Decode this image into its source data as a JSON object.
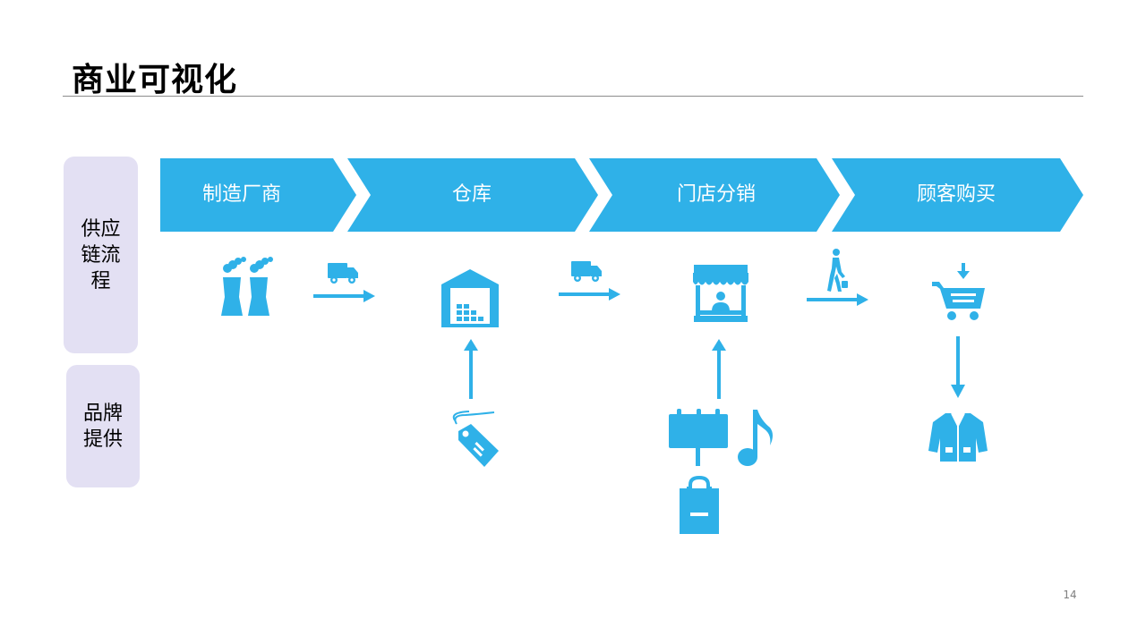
{
  "page": {
    "title": "商业可视化",
    "page_number": "14"
  },
  "sidebar": {
    "supply_chain_label": "供应链流程",
    "brand_label": "品牌提供"
  },
  "stages": [
    {
      "label": "制造厂商"
    },
    {
      "label": "仓库"
    },
    {
      "label": "门店分销"
    },
    {
      "label": "顾客购买"
    }
  ],
  "colors": {
    "accent": "#2fb1e8",
    "sidebar_bg": "#e3e0f3",
    "rule": "#8c8c8c"
  },
  "icons": {
    "manufacturer": "factory-icon",
    "transport_1": "delivery-truck-icon",
    "warehouse": "warehouse-icon",
    "transport_2": "delivery-truck-icon",
    "store": "storefront-icon",
    "walk": "walking-shopper-icon",
    "cart": "shopping-cart-icon",
    "brand_tag": "price-tag-icon",
    "billboard": "billboard-icon",
    "music": "music-note-icon",
    "shopping_bag": "shopping-bag-icon",
    "clothing": "jacket-icon"
  }
}
